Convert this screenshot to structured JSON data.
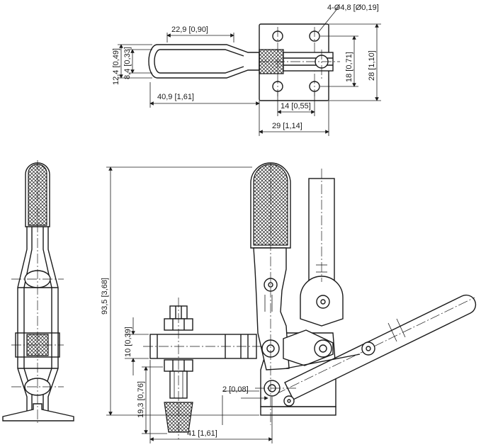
{
  "dimensions": {
    "hole_spec": "4-Ø4,8 [Ø0,19]",
    "handle_loop_width": "22,9 [0,90]",
    "handle_outer_height": "12,4 [0,49]",
    "handle_inner_height": "8,4 [0,33]",
    "handle_reach": "40,9 [1,61]",
    "hole_spacing_x": "14 [0,55]",
    "base_width": "29 [1,14]",
    "hole_spacing_y": "18 [0,71]",
    "base_length": "28 [1,10]",
    "overall_height": "93,5 [3,68]",
    "arm_thickness": "10 [0,39]",
    "spindle_height": "19,3 [0,76]",
    "offset": "2 [0,08]",
    "spindle_reach": "41 [1,61]"
  }
}
